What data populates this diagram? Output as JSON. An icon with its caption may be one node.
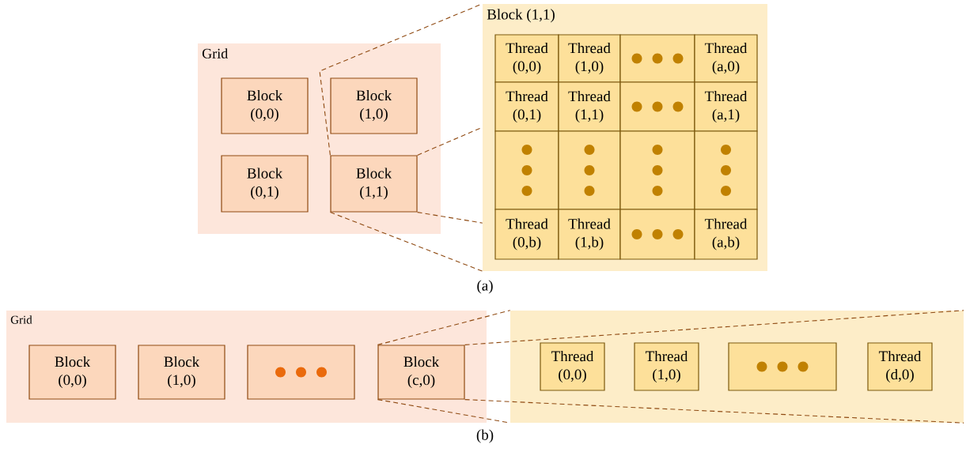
{
  "diagram": {
    "nodes": [
      {
        "text": [
          "Grid"
        ]
      },
      {
        "text": [
          "Block (0,0)"
        ],
        "in": 0
      },
      {
        "text": [
          "Block (1,0)"
        ],
        "in": 0
      },
      {
        "text": [
          "Block (0,1)"
        ],
        "in": 0
      },
      {
        "text": [
          "Block (1,1)"
        ],
        "in": 0
      },
      {
        "text": [
          "Block (1,1)"
        ]
      },
      {
        "text": [
          "Thread (0,0)"
        ],
        "in": 5
      },
      {
        "text": [
          "Thread (1,0)"
        ],
        "in": 5
      },
      {
        "text": [],
        "shape": "box",
        "in": 5
      },
      {
        "text": [
          "Thread (a,0)"
        ],
        "in": 5
      },
      {
        "text": [
          "Thread (0,1)"
        ],
        "in": 5
      },
      {
        "text": [
          "Thread (1,1)"
        ],
        "in": 5
      },
      {
        "text": [],
        "shape": "box",
        "in": 5
      },
      {
        "text": [
          "Thread (a,1)"
        ],
        "in": 5
      },
      {
        "text": [],
        "shape": "box",
        "in": 5
      },
      {
        "text": [],
        "shape": "box",
        "in": 5
      },
      {
        "text": [],
        "shape": "box",
        "in": 5
      },
      {
        "text": [],
        "shape": "box",
        "in": 5
      },
      {
        "text": [
          "Thread (0,b)"
        ],
        "in": 5
      },
      {
        "text": [
          "Thread (1,b)"
        ],
        "in": 5
      },
      {
        "text": [],
        "shape": "box",
        "in": 5
      },
      {
        "text": [
          "Thread (a,b)"
        ],
        "in": 5
      },
      {
        "text": [
          "Grid"
        ]
      },
      {
        "text": [
          "Block (0,0)"
        ],
        "in": 22
      },
      {
        "text": [
          "Block (1,0)"
        ],
        "in": 22
      },
      {
        "text": [],
        "shape": "box",
        "in": 22
      },
      {
        "text": [
          "Block (c,0)"
        ],
        "in": 22
      },
      {
        "text": [],
        "shape": "box"
      },
      {
        "text": [
          "Thread (0,0)"
        ],
        "in": 27
      },
      {
        "text": [
          "Thread (1,0)"
        ],
        "in": 27
      },
      {
        "text": [],
        "shape": "box",
        "in": 27
      },
      {
        "text": [
          "Thread (d,0)"
        ],
        "in": 27
      }
    ],
    "edges": [
      {
        "from": 4,
        "to": 5,
        "arrow": "none",
        "style": "dashed"
      },
      {
        "from": 4,
        "to": 5,
        "arrow": "none",
        "style": "dashed"
      },
      {
        "from": 4,
        "to": 5,
        "arrow": "none",
        "style": "dashed"
      },
      {
        "from": 4,
        "to": 5,
        "arrow": "none",
        "style": "dashed"
      },
      {
        "from": 26,
        "to": 27,
        "arrow": "none",
        "style": "dashed"
      },
      {
        "from": 26,
        "to": 27,
        "arrow": "none",
        "style": "dashed"
      },
      {
        "from": 26,
        "to": 27,
        "arrow": "none",
        "style": "dashed"
      },
      {
        "from": 26,
        "to": 27,
        "arrow": "none",
        "style": "dashed"
      }
    ],
    "labels": [
      "(a)",
      "(b)"
    ]
  }
}
